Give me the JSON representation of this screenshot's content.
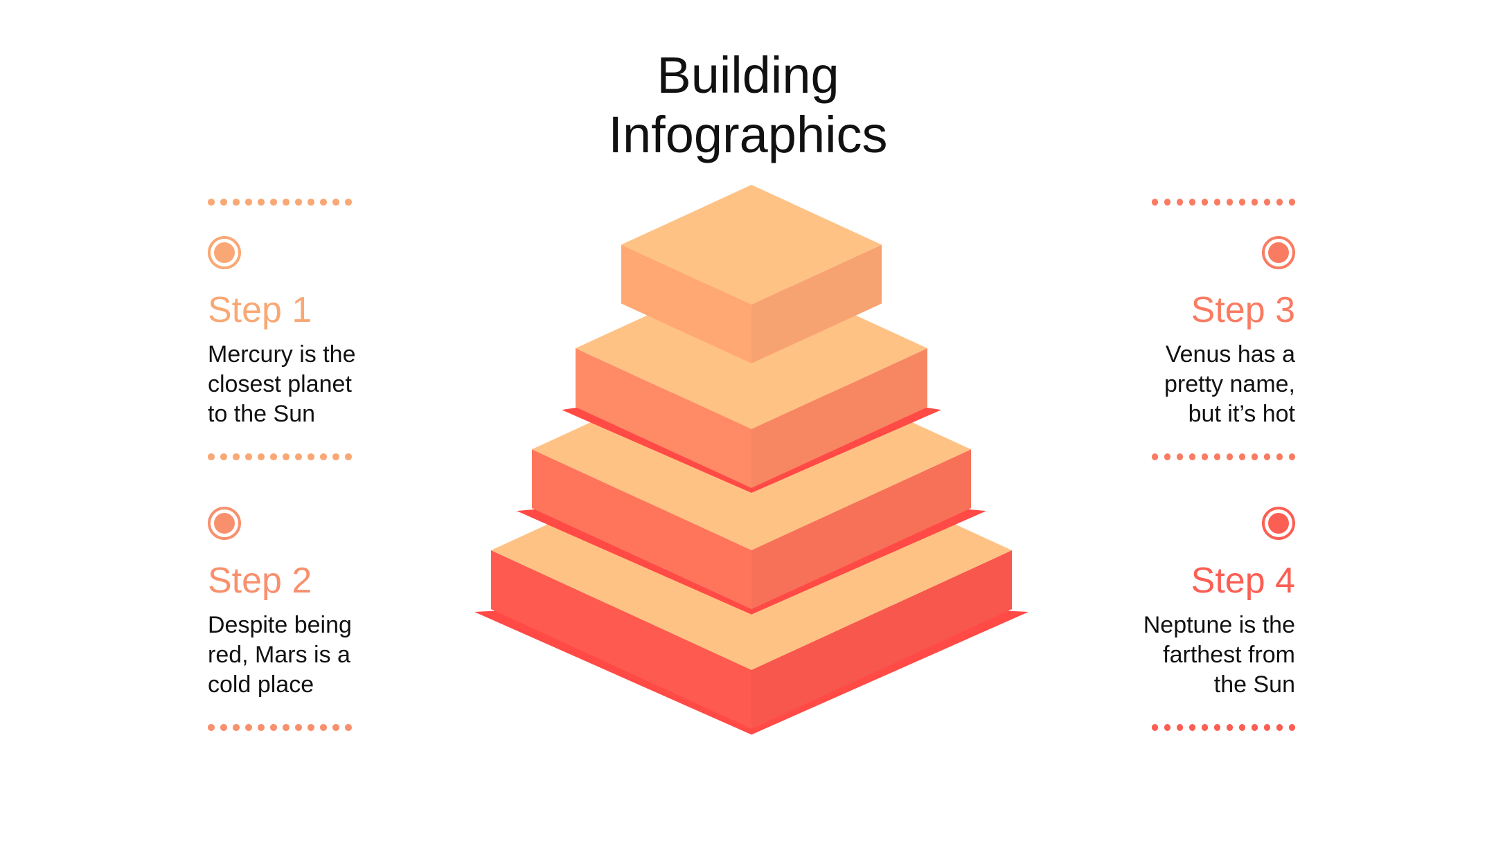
{
  "title": {
    "line1": "Building",
    "line2": "Infographics"
  },
  "steps": [
    {
      "title": "Step 1",
      "desc_lines": [
        "Mercury is the",
        "closest planet",
        "to the Sun"
      ],
      "color": "#F9A875"
    },
    {
      "title": "Step 2",
      "desc_lines": [
        "Despite being",
        "red, Mars is a",
        "cold place"
      ],
      "color": "#F8906E"
    },
    {
      "title": "Step 3",
      "desc_lines": [
        "Venus has a",
        "pretty name,",
        "but it’s hot"
      ],
      "color": "#F97C62"
    },
    {
      "title": "Step 4",
      "desc_lines": [
        "Neptune is the",
        "farthest from",
        "the Sun"
      ],
      "color": "#FB5E53"
    }
  ],
  "colors": {
    "top_face": "#FFC285",
    "tier_sides": [
      "#FFA874",
      "#FF8A66",
      "#FF755C",
      "#FF5A4F"
    ],
    "shadow": "#FF4A45",
    "text": "#111111"
  },
  "icons": {
    "step_marker": "ring-dot-icon"
  }
}
